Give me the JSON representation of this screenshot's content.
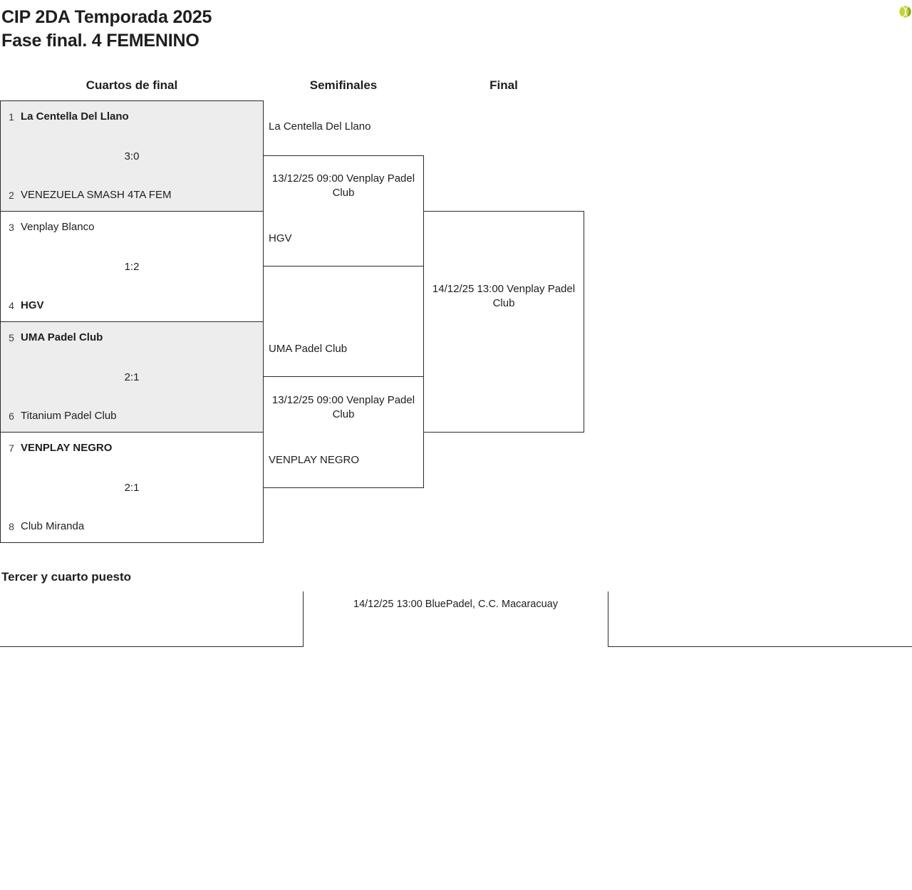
{
  "page": {
    "title_line1": "CIP 2DA Temporada 2025",
    "title_line2": "Fase final. 4 FEMENINO"
  },
  "columns": {
    "quarterfinals": "Cuartos de final",
    "semifinals": "Semifinales",
    "final": "Final"
  },
  "bracket": {
    "quarterfinals": [
      {
        "seed1": "1",
        "team1": "La Centella Del Llano",
        "score": "3:0",
        "seed2": "2",
        "team2": "VENEZUELA SMASH 4TA FEM",
        "winner": "team1"
      },
      {
        "seed1": "3",
        "team1": "Venplay Blanco",
        "score": "1:2",
        "seed2": "4",
        "team2": "HGV",
        "winner": "team2"
      },
      {
        "seed1": "5",
        "team1": "UMA Padel Club",
        "score": "2:1",
        "seed2": "6",
        "team2": "Titanium Padel Club",
        "winner": "team1"
      },
      {
        "seed1": "7",
        "team1": "VENPLAY NEGRO",
        "score": "2:1",
        "seed2": "8",
        "team2": "Club Miranda",
        "winner": "team1"
      }
    ],
    "semifinals": [
      {
        "team1": "La Centella Del Llano",
        "schedule": "13/12/25 09:00 Venplay Padel Club",
        "team2": "HGV"
      },
      {
        "team1": "UMA Padel Club",
        "schedule": "13/12/25 09:00 Venplay Padel Club",
        "team2": "VENPLAY NEGRO"
      }
    ],
    "final": {
      "schedule": "14/12/25 13:00 Venplay Padel Club"
    },
    "third_place": {
      "heading": "Tercer y cuarto puesto",
      "schedule": "14/12/25 13:00 BluePadel, C.C. Macaracuay"
    }
  },
  "icons": {
    "top_right": "tennis-ball-icon"
  },
  "colors": {
    "border": "#2b2b2b",
    "box_fill_alt": "#ededed",
    "ball_main": "#c3d531",
    "ball_shade": "#8fa713",
    "ball_seam": "#ffffff"
  }
}
